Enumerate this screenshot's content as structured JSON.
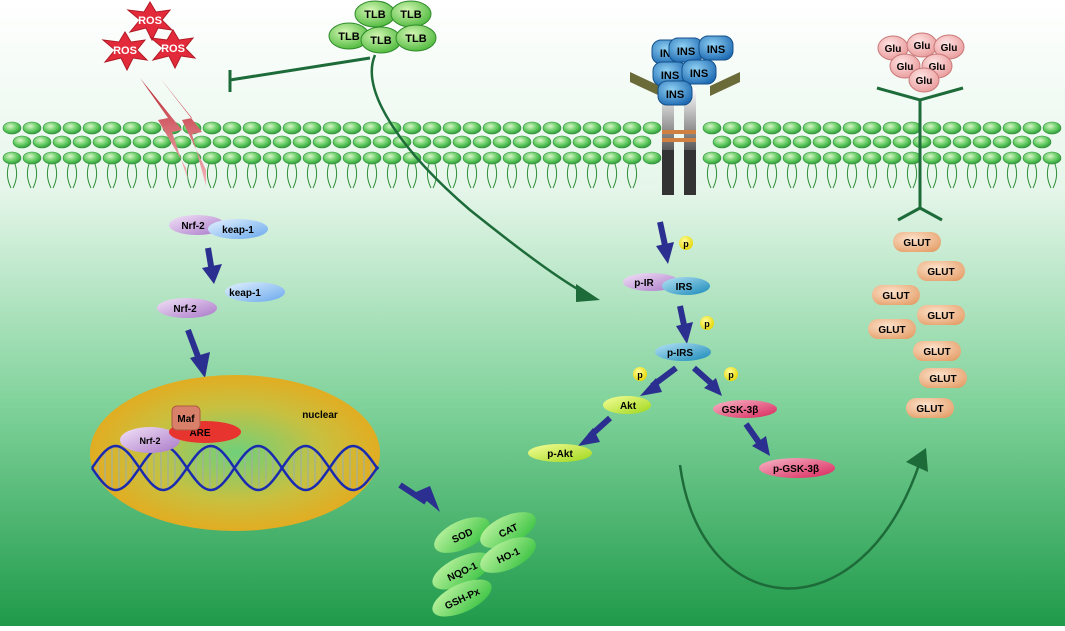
{
  "ros": {
    "labels": [
      "ROS",
      "ROS",
      "ROS"
    ]
  },
  "tlb": {
    "labels": [
      "TLB",
      "TLB",
      "TLB",
      "TLB",
      "TLB"
    ]
  },
  "ins": {
    "labels": [
      "INS",
      "INS",
      "INS",
      "INS",
      "INS",
      "INS"
    ]
  },
  "glu": {
    "labels": [
      "Glu",
      "Glu",
      "Glu",
      "Glu",
      "Glu",
      "Glu"
    ]
  },
  "nrf_pathway": {
    "nrf2": "Nrf-2",
    "keap1": "keap-1",
    "maf": "Maf",
    "are": "ARE",
    "nuclear": "nuclear"
  },
  "antioxidants": {
    "sod": "SOD",
    "cat": "CAT",
    "nqo1": "NQO-1",
    "ho1": "HO-1",
    "gshpx": "GSH-Px"
  },
  "insulin_pathway": {
    "p": "p",
    "pir": "p-IR",
    "irs": "IRS",
    "pirs": "p-IRS",
    "akt": "Akt",
    "pakt": "p-Akt",
    "gsk": "GSK-3β",
    "pgsk": "p-GSK-3β"
  },
  "glut": {
    "labels": [
      "GLUT",
      "GLUT",
      "GLUT",
      "GLUT",
      "GLUT",
      "GLUT",
      "GLUT"
    ]
  },
  "colors": {
    "membrane": "#4caf50",
    "background_bottom": "#1f9a4a",
    "arrow": "#2b2f8f",
    "curve": "#1e6b3a"
  }
}
